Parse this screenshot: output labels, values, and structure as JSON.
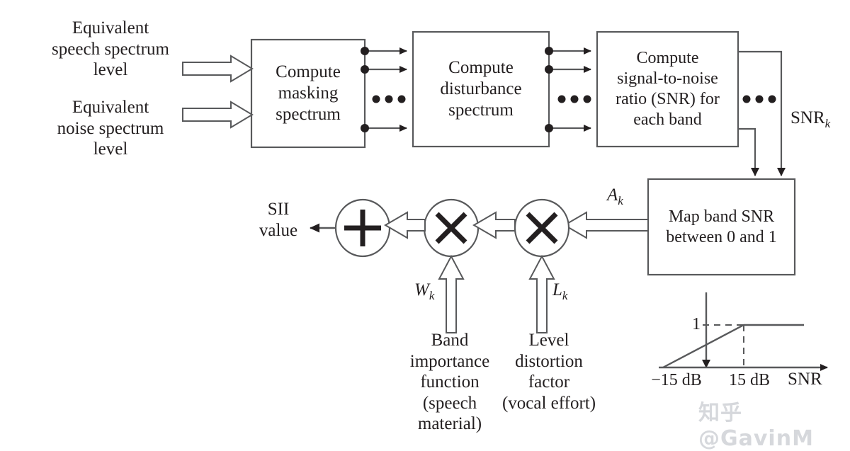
{
  "figure": {
    "type": "block-diagram",
    "title": "Speech Intelligibility Index (SII) computation flow"
  },
  "inputs": [
    {
      "id": "in-speech",
      "text": "Equivalent\nspeech spectrum\nlevel"
    },
    {
      "id": "in-noise",
      "text": "Equivalent\nnoise spectrum\nlevel"
    }
  ],
  "blocks": [
    {
      "id": "block-masking",
      "text": "Compute\nmasking\nspectrum"
    },
    {
      "id": "block-disturbance",
      "text": "Compute\ndisturbance\nspectrum"
    },
    {
      "id": "block-snr",
      "text": "Compute\nsignal-to-noise\nratio (SNR) for\neach band"
    },
    {
      "id": "block-map",
      "text": "Map band SNR\nbetween 0 and 1"
    }
  ],
  "operators": [
    {
      "id": "op-sum",
      "glyph": "+",
      "name": "summation"
    },
    {
      "id": "op-mul-w",
      "glyph": "×",
      "name": "multiply-by-band-importance"
    },
    {
      "id": "op-mul-l",
      "glyph": "×",
      "name": "multiply-by-level-distortion"
    }
  ],
  "signals": {
    "snr_k": {
      "base": "SNR",
      "sub": "k"
    },
    "a_k": {
      "base": "A",
      "sub": "k"
    },
    "w_k": {
      "base": "W",
      "sub": "k"
    },
    "l_k": {
      "base": "L",
      "sub": "k"
    }
  },
  "output": {
    "id": "sii-output",
    "text": "SII\nvalue"
  },
  "annotations": [
    {
      "id": "ann-band-importance",
      "text": "Band\nimportance\nfunction\n(speech\nmaterial)"
    },
    {
      "id": "ann-level-distortion",
      "text": "Level\ndistortion\nfactor\n(vocal effort)"
    }
  ],
  "ellipses": {
    "glyph": "• • •",
    "count": 3
  },
  "chart_data": {
    "type": "line",
    "title": "",
    "xlabel": "SNR",
    "ylabel": "",
    "x": [
      -30,
      -15,
      15,
      40
    ],
    "y": [
      0,
      0,
      1,
      1
    ],
    "xtick_labels": [
      "−15 dB",
      "15 dB"
    ],
    "ytick_labels": [
      "1"
    ],
    "xticks": [
      -15,
      15
    ],
    "yticks": [
      1
    ],
    "xlim": [
      -32,
      42
    ],
    "ylim": [
      0,
      1.35
    ],
    "grid": false,
    "legend": null,
    "annotations": [
      "dashed guide at y = 1",
      "dashed guide at x = 15 dB"
    ],
    "description": "Band audibility function: 0 below −15 dB, linear ramp from −15 dB to 15 dB, saturating at 1 above 15 dB"
  },
  "colors": {
    "stroke": "#58595b",
    "ink": "#231f20",
    "arrow_fill": "#231f20",
    "hollow_fill": "#ffffff",
    "watermark": "#d2d5d9",
    "background": "#ffffff"
  },
  "watermark": {
    "text": "知乎 @GavinM"
  }
}
